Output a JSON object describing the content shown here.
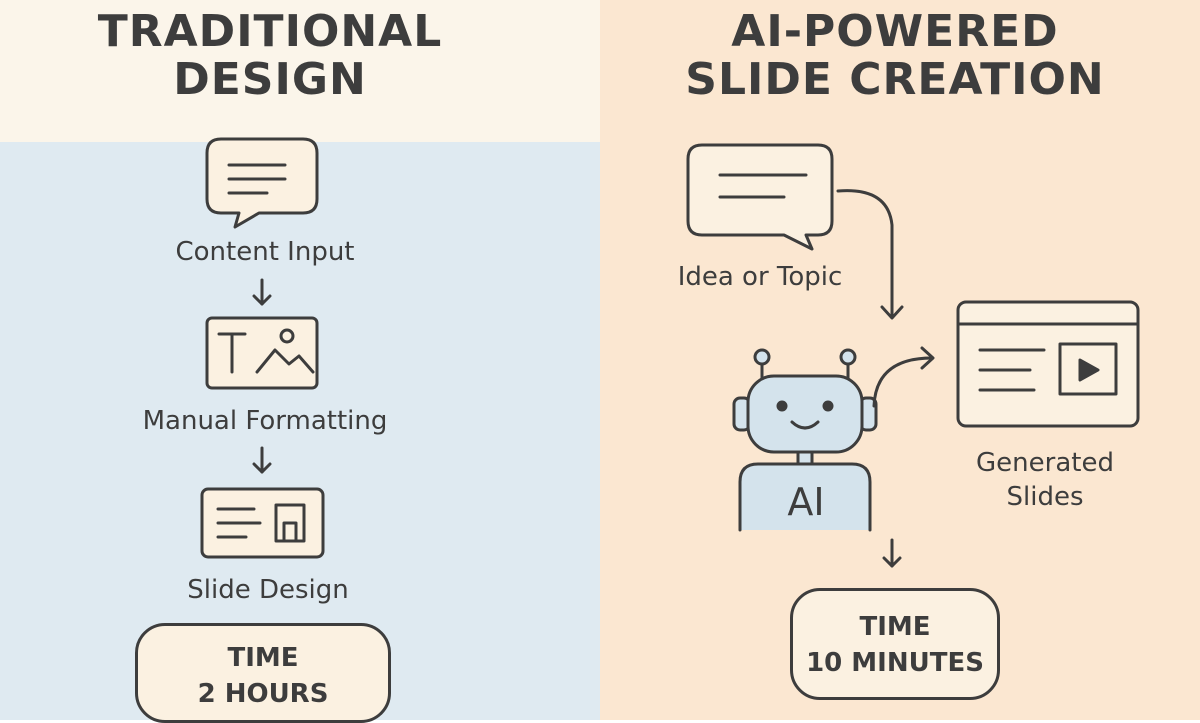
{
  "traditional": {
    "title_line1": "TRADITIONAL",
    "title_line2": "DESIGN",
    "steps": [
      {
        "label": "Content Input",
        "icon": "speech-bubble-icon"
      },
      {
        "label": "Manual Formatting",
        "icon": "text-image-icon"
      },
      {
        "label": "Slide Design",
        "icon": "slide-layout-icon"
      }
    ],
    "time_label": "TIME",
    "time_value": "2 HOURS"
  },
  "ai": {
    "title_line1": "AI-POWERED",
    "title_line2": "SLIDE CREATION",
    "input_label": "Idea or Topic",
    "robot_text": "AI",
    "output_label_line1": "Generated",
    "output_label_line2": "Slides",
    "time_label": "TIME",
    "time_value": "10 MINUTES"
  },
  "colors": {
    "left_header_bg": "#fbf5ea",
    "left_body_bg": "#dfeaf1",
    "right_bg": "#fbe7d1",
    "icon_fill": "#fbf1e1",
    "robot_fill": "#d4e3ec",
    "stroke": "#3d3d3d"
  }
}
